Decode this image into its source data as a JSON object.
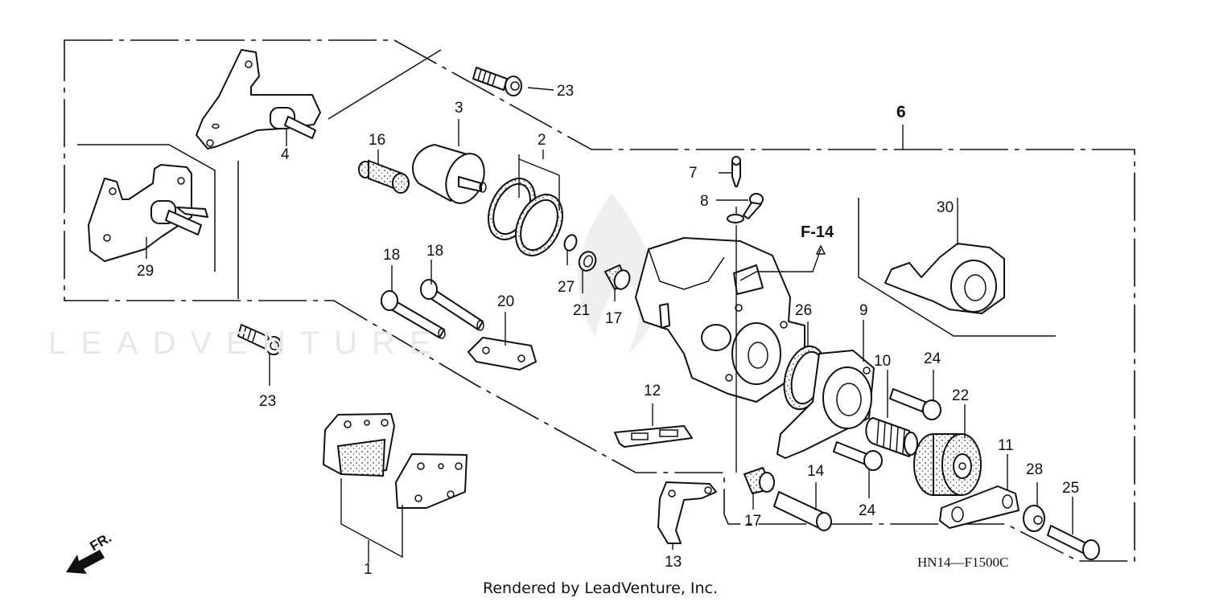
{
  "diagram": {
    "type": "exploded-parts-diagram",
    "assembly_code": "HN14—F1500C",
    "reference": "F-14",
    "direction_label": "FR.",
    "watermark": "LEADVENTURE",
    "credit": "Rendered by LeadVenture, Inc.",
    "callouts": {
      "c1": "1",
      "c2": "2",
      "c3": "3",
      "c4": "4",
      "c6": "6",
      "c7": "7",
      "c8": "8",
      "c9": "9",
      "c10": "10",
      "c11": "11",
      "c12": "12",
      "c13": "13",
      "c14": "14",
      "c16": "16",
      "c17a": "17",
      "c17b": "17",
      "c18a": "18",
      "c18b": "18",
      "c20": "20",
      "c21": "21",
      "c22": "22",
      "c23a": "23",
      "c23b": "23",
      "c24a": "24",
      "c24b": "24",
      "c25": "25",
      "c26": "26",
      "c27": "27",
      "c28": "28",
      "c29": "29",
      "c30": "30"
    },
    "colors": {
      "line": "#111111",
      "watermark": "#e8e8e8",
      "background": "#ffffff"
    }
  }
}
